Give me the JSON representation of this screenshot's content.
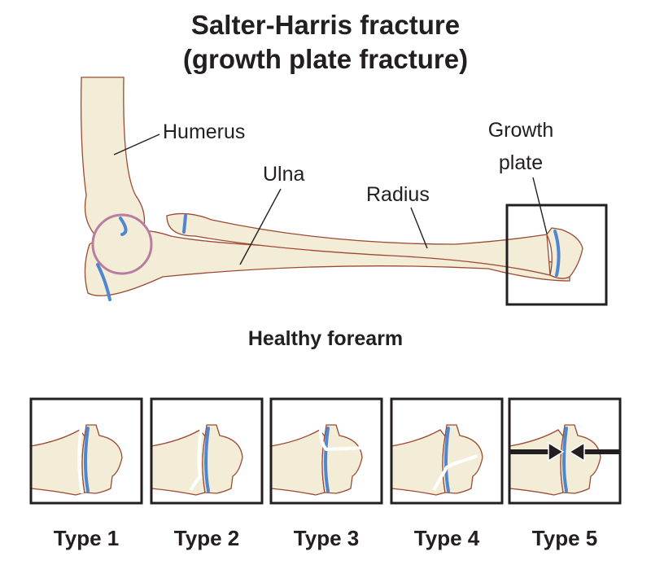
{
  "title": {
    "line1": "Salter-Harris fracture",
    "line2": "(growth plate fracture)"
  },
  "labels": {
    "humerus": "Humerus",
    "ulna": "Ulna",
    "radius": "Radius",
    "growth_plate_1": "Growth",
    "growth_plate_2": "plate"
  },
  "caption": "Healthy forearm",
  "types": [
    {
      "label": "Type 1"
    },
    {
      "label": "Type 2"
    },
    {
      "label": "Type 3"
    },
    {
      "label": "Type 4"
    },
    {
      "label": "Type 5"
    }
  ],
  "colors": {
    "bone": "#f3ecd6",
    "outline": "#9c4a32",
    "growth_plate": "#4f86d1",
    "text": "#231f20"
  }
}
